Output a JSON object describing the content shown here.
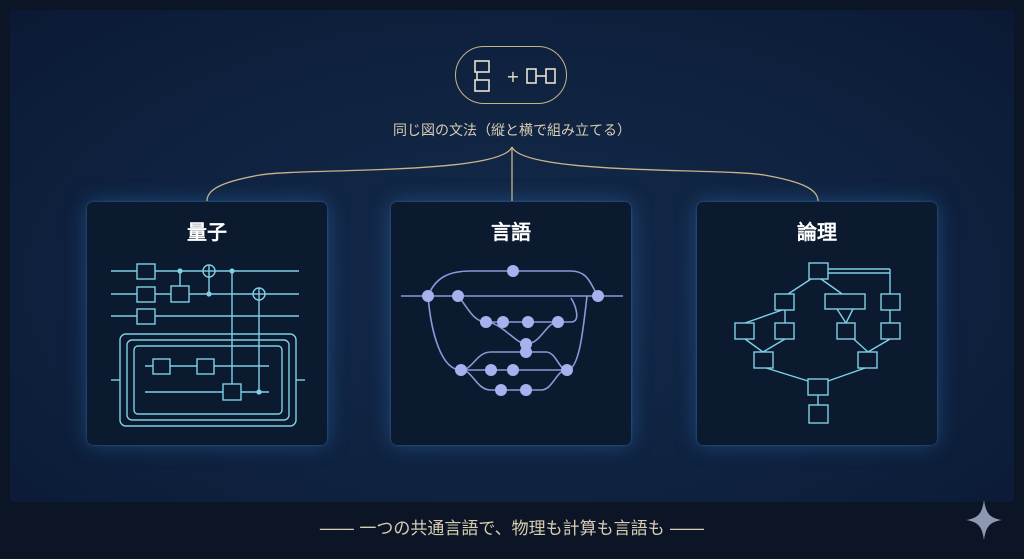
{
  "header": {
    "badge_icon": "block-grammar-icon",
    "badge_plus": "+",
    "caption": "同じ図の文法（縦と横で組み立てる）"
  },
  "panels": [
    {
      "title": "量子",
      "icon": "quantum-circuit-diagram"
    },
    {
      "title": "言語",
      "icon": "language-graph-diagram"
    },
    {
      "title": "論理",
      "icon": "logic-tree-diagram"
    }
  ],
  "footer": {
    "text": "―― 一つの共通言語で、物理も計算も言語も ――"
  },
  "colors": {
    "background": "#0b1526",
    "panel": "#0c1a30",
    "line_accent": "#c9b48a",
    "diagram_stroke": "#7fd0e6",
    "node_fill": "#a9b0ee"
  }
}
